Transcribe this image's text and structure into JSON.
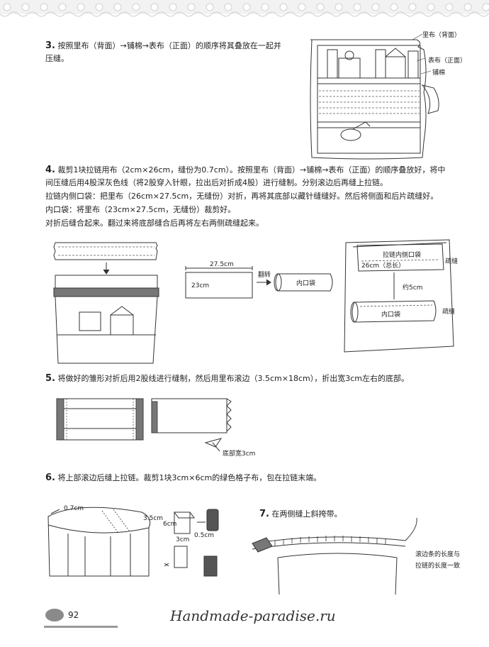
{
  "page_number": "92",
  "watermark": "Handmade-paradise.ru",
  "step3": {
    "num": "3.",
    "line1": "按照里布（背面）→铺棉→表布（正面）的顺序将其叠放在一起并",
    "line2": "压缝。",
    "labels": {
      "lining": "里布（背面）",
      "outer": "表布（正面）",
      "batting": "铺棉"
    }
  },
  "step4": {
    "num": "4.",
    "line1": "裁剪1块拉链用布（2cm×26cm，缝份为0.7cm）。按照里布（背面）→铺棉→表布（正面）的顺序叠放好，将中",
    "line2": "间压缝后用4股深灰色线（将2股穿入针眼，拉出后对折成4股）进行缝制。分别滚边后再缝上拉链。",
    "line3": "拉链内侧口袋：把里布（26cm×27.5cm，无缝份）对折，再将其底部以藏针缝缝好。然后将侧面和后片疏缝好。",
    "line4": "内口袋：将里布（23cm×27.5cm，无缝份）裁剪好。",
    "line5": "对折后缝合起来。翻过来将底部缝合后再将左右两侧疏缝起来。",
    "labels": {
      "w275": "27.5cm",
      "h23": "23cm",
      "turn": "翻转",
      "inner_pocket": "内口袋",
      "zip_pocket": "拉链内侧口袋",
      "len26": "26cm（总长）",
      "basting1": "疏缝",
      "approx5": "约5cm",
      "inner_pocket2": "内口袋",
      "basting2": "疏缝"
    }
  },
  "step5": {
    "num": "5.",
    "line1": "将做好的雏形对折后用2股线进行缝制，然后用里布滚边（3.5cm×18cm），折出宽3cm左右的底部。",
    "labels": {
      "bottom": "底部宽3cm"
    }
  },
  "step6": {
    "num": "6.",
    "line1": "将上部滚边后缝上拉链。裁剪1块3cm×6cm的绿色格子布，包在拉链末端。",
    "labels": {
      "m07": "0.7cm",
      "m35": "3.5cm",
      "m6": "6cm",
      "m3": "3cm",
      "m05": "0.5cm"
    }
  },
  "step7": {
    "num": "7.",
    "line1": "在两侧缝上斜挎带。",
    "note1": "滚边条的长度与",
    "note2": "拉链的长度一致"
  }
}
